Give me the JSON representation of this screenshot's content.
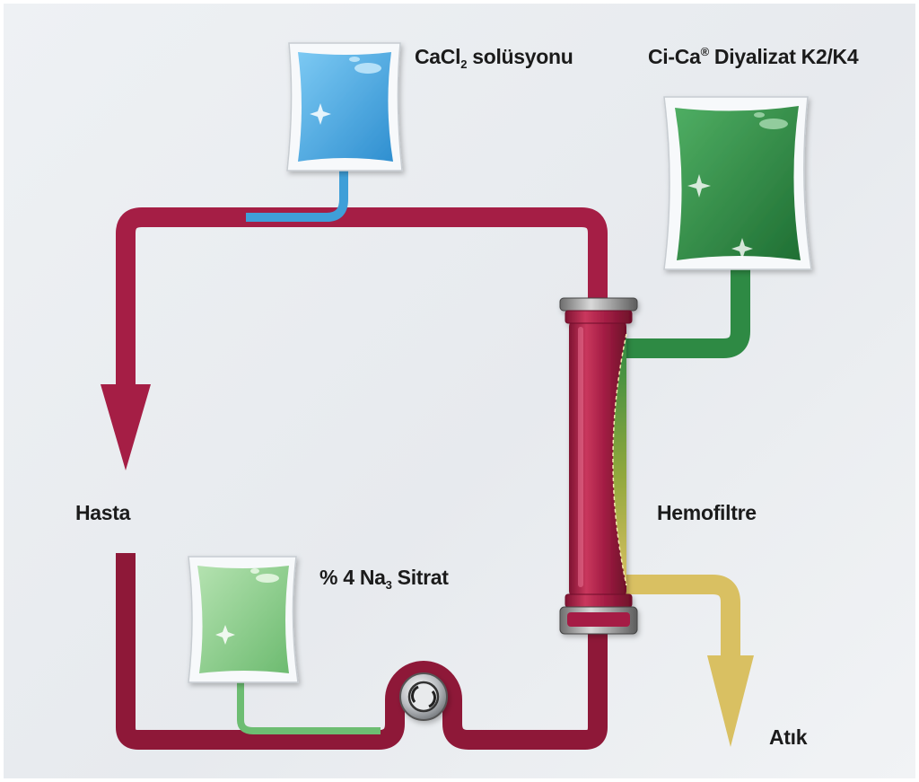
{
  "labels": {
    "cacl2": {
      "main": "CaCl",
      "sub": "2",
      "rest": " solüsyonu"
    },
    "dialysate": {
      "main": "Ci-Ca",
      "sup": "®",
      "rest": " Diyalizat K2/K4"
    },
    "patient": "Hasta",
    "citrate": {
      "main": "% 4 Na",
      "sub": "3",
      "rest": " Sitrat"
    },
    "hemofilter": "Hemofiltre",
    "waste": "Atık"
  },
  "colors": {
    "blood_line": "#a51e45",
    "blood_line_dark": "#7f1432",
    "calcium_line": "#3f9fd8",
    "dialysate_line": "#2e8a44",
    "citrate_line": "#6dbd72",
    "waste_line": "#d9c062",
    "calcium_bag": "#59b3ea",
    "dialysate_bag": "#3f9854",
    "citrate_bag": "#8ecf8f",
    "background": "#eaedf0"
  },
  "icons": {
    "pump": "pump-icon",
    "calcium_bag": "iv-bag-icon",
    "dialysate_bag": "iv-bag-icon",
    "citrate_bag": "iv-bag-icon"
  }
}
